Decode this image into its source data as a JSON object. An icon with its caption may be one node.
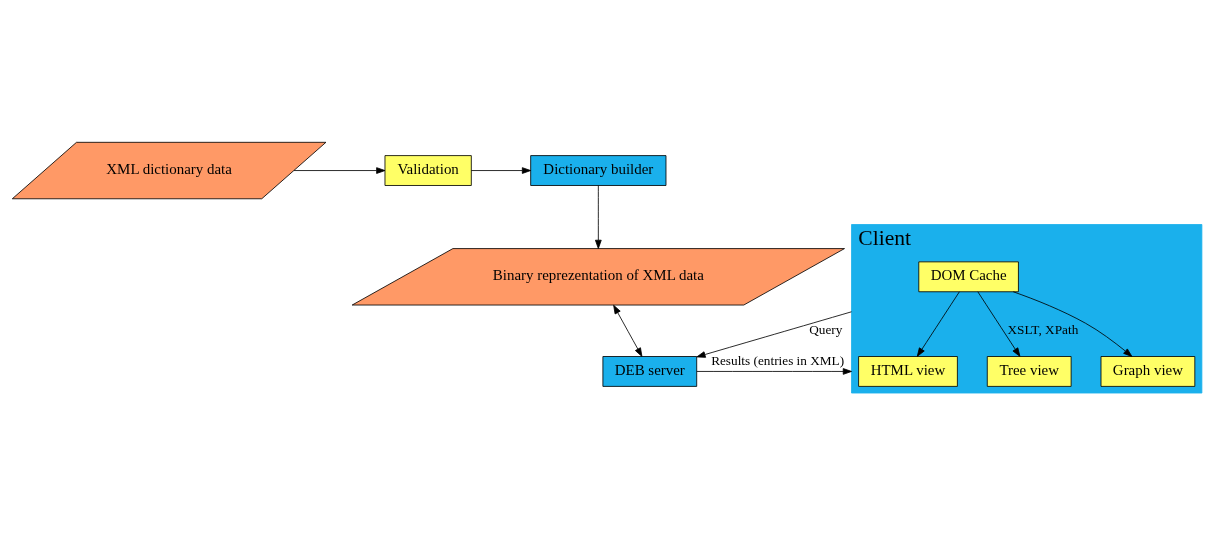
{
  "diagram": {
    "nodes": [
      {
        "text": [
          "Dictionary builder"
        ]
      },
      {
        "text": [
          "Validation"
        ]
      },
      {
        "text": [
          "XML dictionary data"
        ]
      },
      {
        "text": [
          "Binary reprezentation of XML data"
        ]
      },
      {
        "text": [
          "DEB server"
        ]
      },
      {
        "text": [
          "Client"
        ]
      },
      {
        "text": [
          "DOM Cache"
        ],
        "in": 5
      },
      {
        "text": [
          "HTML view"
        ],
        "in": 5
      },
      {
        "text": [
          "Tree view"
        ],
        "in": 5
      },
      {
        "text": [
          "Graph view"
        ],
        "in": 5
      }
    ],
    "edges": [
      {
        "from": 2,
        "to": 1,
        "arrow": "to"
      },
      {
        "from": 1,
        "to": 0,
        "arrow": "to"
      },
      {
        "from": 0,
        "to": 3,
        "arrow": "to"
      },
      {
        "from": 3,
        "to": 4,
        "arrow": "both"
      },
      {
        "from": 5,
        "to": 4,
        "arrow": "to",
        "label": "Query"
      },
      {
        "from": 4,
        "to": 5,
        "arrow": "to",
        "label": "Results (entries in XML)"
      },
      {
        "from": 6,
        "to": 7,
        "arrow": "to"
      },
      {
        "from": 6,
        "to": 8,
        "arrow": "to",
        "label": "XSLT, XPath"
      },
      {
        "from": 6,
        "to": 9,
        "arrow": "to"
      }
    ]
  }
}
